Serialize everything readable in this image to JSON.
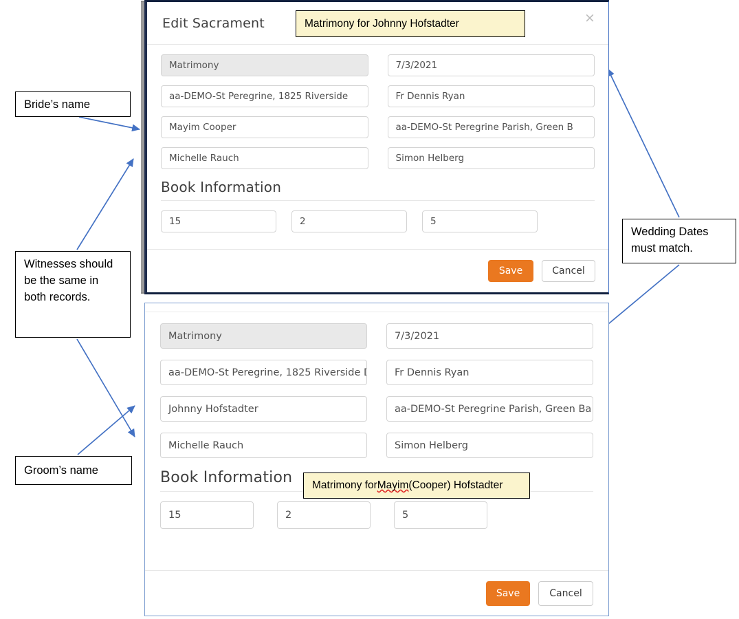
{
  "dialog_top": {
    "title": "Edit Sacrament",
    "close_label": "×",
    "callout": "Matrimony for Johnny Hofstadter",
    "fields": {
      "sacrament_type": "Matrimony",
      "date": "7/3/2021",
      "location": "aa-DEMO-St Peregrine, 1825 Riverside",
      "minister": "Fr Dennis Ryan",
      "person": "Mayim Cooper",
      "parish": "aa-DEMO-St Peregrine Parish, Green B",
      "witness1": "Michelle Rauch",
      "witness2": "Simon Helberg"
    },
    "book_section_title": "Book Information",
    "book": {
      "book_number": "15",
      "page_number": "2",
      "entry_number": "5"
    },
    "buttons": {
      "save": "Save",
      "cancel": "Cancel"
    }
  },
  "dialog_bottom": {
    "callout_prefix": "Matrimony for ",
    "callout_misspelled": "Mayim",
    "callout_suffix": " (Cooper) Hofstadter",
    "fields": {
      "sacrament_type": "Matrimony",
      "date": "7/3/2021",
      "location": "aa-DEMO-St Peregrine, 1825 Riverside D",
      "minister": "Fr Dennis Ryan",
      "person": "Johnny Hofstadter",
      "parish": "aa-DEMO-St Peregrine Parish, Green Ba",
      "witness1": "Michelle Rauch",
      "witness2": "Simon Helberg"
    },
    "book_section_title": "Book Information",
    "book": {
      "book_number": "15",
      "page_number": "2",
      "entry_number": "5"
    },
    "buttons": {
      "save": "Save",
      "cancel": "Cancel"
    }
  },
  "annotations": {
    "bride": "Bride’s name",
    "witnesses": "Witnesses should be the same in both records.",
    "groom": "Groom’s name",
    "dates": "Wedding Dates must match."
  },
  "colors": {
    "accent_orange": "#ea7820",
    "callout_yellow": "#fbf4cd",
    "arrow_blue": "#4472c4",
    "panel_border_blue": "#7a9ccf",
    "disabled_field": "#e9e9e9",
    "spellcheck_red": "#e02020"
  }
}
